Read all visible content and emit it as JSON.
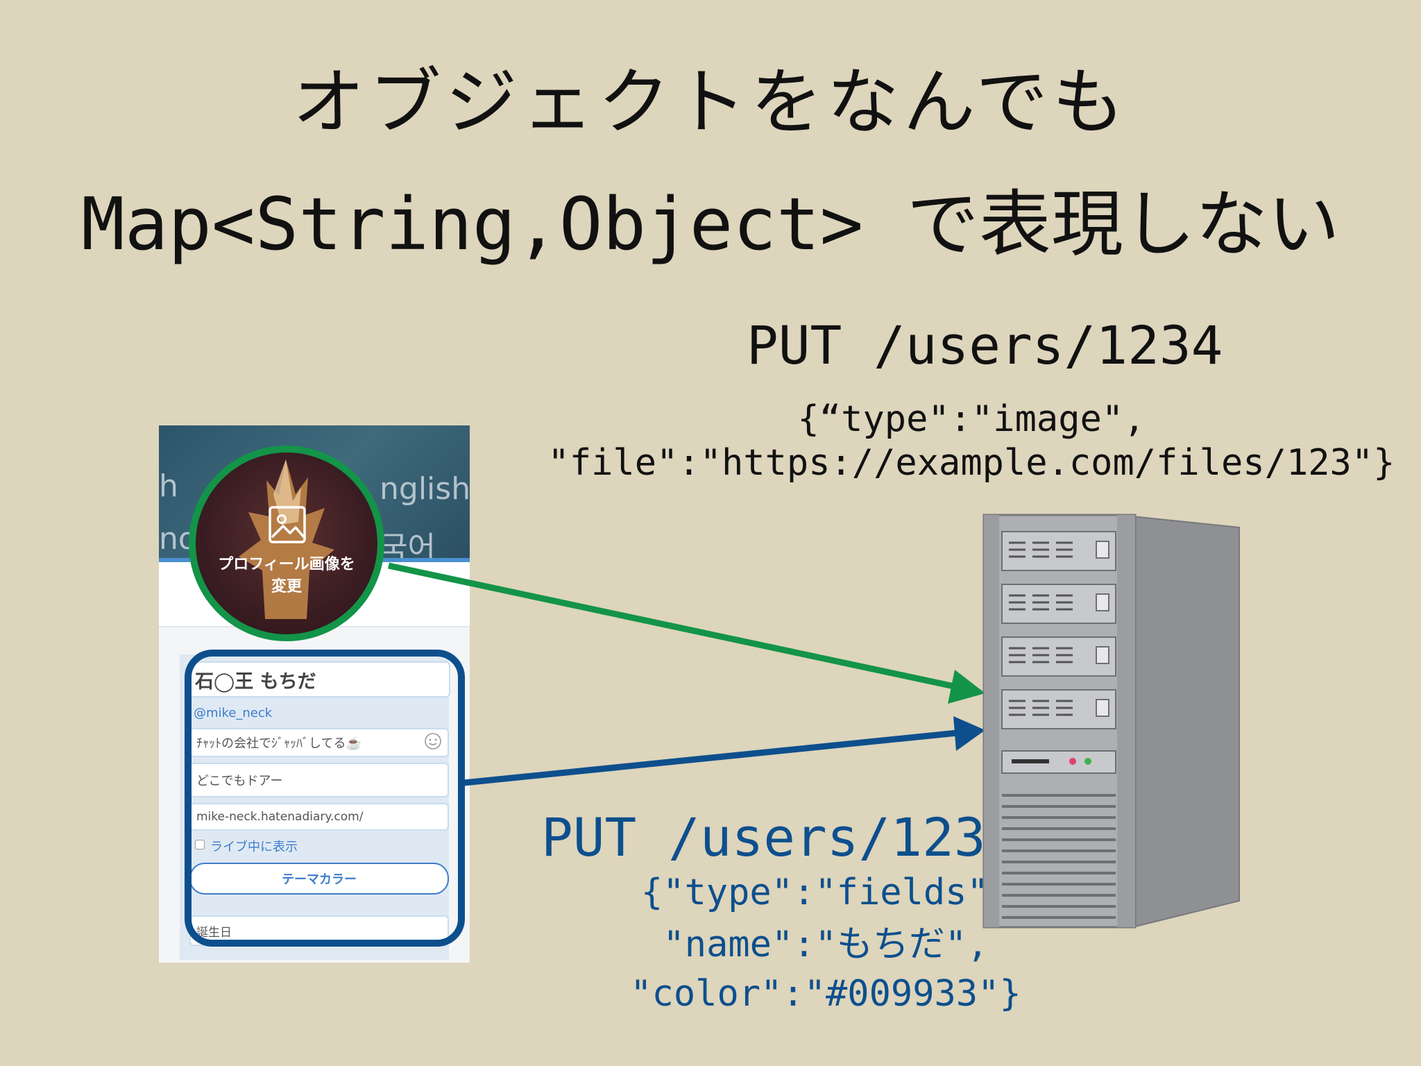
{
  "slide": {
    "title_line1": "オブジェクトをなんでも",
    "title_line2": "Map<String,Object> で表現しない"
  },
  "request_image": {
    "method_path": "PUT /users/1234",
    "body_line1": "{“type\":\"image\",",
    "body_line2": "\"file\":\"https://example.com/files/123\"}",
    "arrow_color": "#139448"
  },
  "request_fields": {
    "method_path": "PUT /users/1234",
    "body_line1": "{\"type\":\"fields\",",
    "body_line2": "\"name\":\"もちだ\",",
    "body_line3": "\"color\":\"#009933\"}",
    "arrow_color": "#0d4f8d"
  },
  "profile_screen": {
    "banner_left_fragment": "h",
    "banner_left_fragment2": "no",
    "banner_right_fragment": "nglish",
    "banner_right_fragment2": "국어",
    "avatar_label_line1": "プロフィール画像を",
    "avatar_label_line2": "変更",
    "name_value": "石◯王 もちだ",
    "handle": "@mike_neck",
    "bio_value": "ﾁｬｯﾄの会社でｼﾞｬｯﾊﾞしてる☕️",
    "location_value": "どこでもドアー",
    "website_value": "mike-neck.hatenadiary.com/",
    "live_checkbox_label": "ライブ中に表示",
    "theme_button_label": "テーマカラー",
    "birthday_placeholder": "誕生日"
  },
  "icons": [
    "image-icon",
    "emoji-icon",
    "server-icon",
    "arrow-icon"
  ],
  "colors": {
    "background": "#ddd5bc",
    "green_accent": "#139448",
    "blue_accent": "#0d4f8d"
  }
}
